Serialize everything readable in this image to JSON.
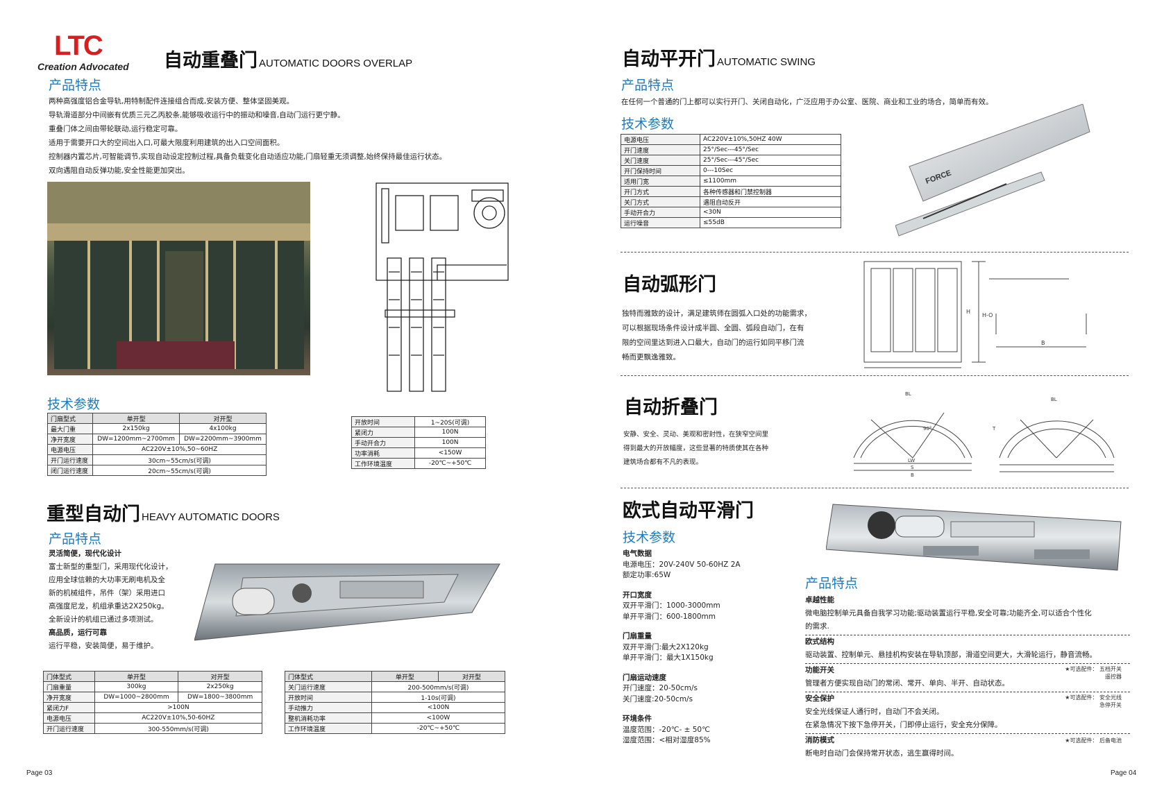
{
  "logo": {
    "mark": "LTC",
    "slogan": "Creation Advocated"
  },
  "left": {
    "overlap": {
      "title_cn": "自动重叠门",
      "title_en": "AUTOMATIC DOORS OVERLAP",
      "features_heading": "产品特点",
      "features": [
        "两种高强度铝合金导轨,用特制配件连接组合而成,安装方便、整体坚固美观。",
        "导轨滑道部分中间嵌有优质三元乙丙胶条,能够吸收运行中的振动和噪音,自动门运行更宁静。",
        "重叠门体之间由带轮联动,运行稳定可靠。",
        "适用于需要开口大的空间出入口,可最大限度利用建筑的出入口空间面积。",
        "控制器内置芯片,可智能调节,实现自动设定控制过程,具备负载变化自动适应功能,门扇轻重无须调整,始终保持最佳运行状态。",
        "双向遇阻自动反弹功能,安全性能更加突出。"
      ],
      "spec_heading": "技术参数",
      "table1": {
        "headers": [
          "门扇型式",
          "单开型",
          "对开型"
        ],
        "rows": [
          [
            "最大门重",
            "2x150kg",
            "4x100kg"
          ],
          [
            "净开宽度",
            "DW=1200mm~2700mm",
            "DW=2200mm~3900mm"
          ],
          [
            "电源电压",
            "AC220V±10%,50~60HZ",
            ""
          ],
          [
            "开门运行速度",
            "30cm~55cm/s(可调)",
            ""
          ],
          [
            "闭门运行速度",
            "20cm~55cm/s(可调)",
            ""
          ]
        ]
      },
      "table2": {
        "rows": [
          [
            "开放时间",
            "1~20S(可调)"
          ],
          [
            "紧闭力",
            "100N"
          ],
          [
            "手动开合力",
            "100N"
          ],
          [
            "功率消耗",
            "<150W"
          ],
          [
            "工作环境温度",
            "-20℃~+50℃"
          ]
        ]
      }
    },
    "heavy": {
      "title_cn": "重型自动门",
      "title_en": "HEAVY AUTOMATIC DOORS",
      "features_heading": "产品特点",
      "lines": [
        {
          "t": "灵活简便，现代化设计",
          "bold": true
        },
        {
          "t": "富士新型的重型门，采用现代化设计，",
          "bold": false
        },
        {
          "t": "应用全球信赖的大功率无刷电机及全",
          "bold": false
        },
        {
          "t": "新的机械组件，吊件（架）采用进口",
          "bold": false
        },
        {
          "t": "高强度尼龙，机组承重达2X250kg。",
          "bold": false
        },
        {
          "t": "全新设计的机组已通过多项测试。",
          "bold": false
        },
        {
          "t": "高品质，运行可靠",
          "bold": true
        },
        {
          "t": "运行平稳，安装简便，易于维护。",
          "bold": false
        }
      ],
      "table1": {
        "headers": [
          "门体型式",
          "单开型",
          "对开型"
        ],
        "rows": [
          [
            "门扇重量",
            "300kg",
            "2x250kg"
          ],
          [
            "净开宽度",
            "DW=1000~2800mm",
            "DW=1800~3800mm"
          ],
          [
            "紧闭力F",
            ">100N",
            ""
          ],
          [
            "电源电压",
            "AC220V±10%,50-60HZ",
            ""
          ],
          [
            "开门运行速度",
            "300-550mm/s(可调)",
            ""
          ]
        ]
      },
      "table2": {
        "headers": [
          "门体型式",
          "单开型",
          "对开型"
        ],
        "rows": [
          [
            "关门运行速度",
            "200-500mm/s(可调)",
            ""
          ],
          [
            "开放时间",
            "1-10s(可调)",
            ""
          ],
          [
            "手动推力",
            "<100N",
            ""
          ],
          [
            "整机消耗功率",
            "<100W",
            ""
          ],
          [
            "工作环境温度",
            "-20℃~+50℃",
            ""
          ]
        ]
      }
    },
    "page": "Page  03"
  },
  "right": {
    "swing": {
      "title_cn": "自动平开门",
      "title_en": "AUTOMATIC SWING",
      "features_heading": "产品特点",
      "desc": "在任何一个普通的门上都可以实行开门、关闭自动化，广泛应用于办公室、医院、商业和工业的场合，简单而有效。",
      "spec_heading": "技术参数",
      "table": [
        [
          "电源电压",
          "AC220V±10%,50HZ 40W"
        ],
        [
          "开门速度",
          "25°/Sec---45°/Sec"
        ],
        [
          "关门速度",
          "25°/Sec---45°/Sec"
        ],
        [
          "开门保持时间",
          "0---10Sec"
        ],
        [
          "适用门宽",
          "≤1100mm"
        ],
        [
          "开门方式",
          "各种传感器和门禁控制器"
        ],
        [
          "关门方式",
          "遇阻自动反开"
        ],
        [
          "手动开合力",
          "<30N"
        ],
        [
          "运行噪音",
          "≤55dB"
        ]
      ],
      "product_label": "FORCE"
    },
    "arc": {
      "title_cn": "自动弧形门",
      "lines": [
        "独特而雅致的设计，满足建筑师在圆弧入口处的功能需求，",
        "可以根据现场条件设计成半圆、全圆、弧段自动门，在有",
        "限的空间里达到进入口最大，自动门的运行如同平移门流",
        "畅而更飘逸雅致。"
      ],
      "dims": {
        "h": "H",
        "ho": "H-O",
        "b": "B",
        "b2": "B"
      }
    },
    "fold": {
      "title_cn": "自动折叠门",
      "lines": [
        "安静、安全、灵动、美观和密封性，在狭窄空间里",
        "得到最大的开放幅度，这些显著的特质使其在各种",
        "建筑场合都有不凡的表现。"
      ],
      "dims": {
        "bl": "BL",
        "lw": "LW",
        "s": "S",
        "b": "B",
        "angle": "90°",
        "t": "T"
      }
    },
    "euro": {
      "title_cn": "欧式自动平滑门",
      "spec_heading": "技术参数",
      "specs": [
        {
          "h": "电气数据",
          "lines": [
            "电源电压：20V-240V  50-60HZ  2A",
            "额定功率:65W"
          ]
        },
        {
          "h": "开口宽度",
          "lines": [
            "双开平滑门：1000-3000mm",
            "单开平滑门：600-1800mm"
          ]
        },
        {
          "h": "门扇重量",
          "lines": [
            "双开平滑门:最大2X120kg",
            "单开平滑门：最大1X150kg"
          ]
        },
        {
          "h": "门扇运动速度",
          "lines": [
            "开门速度：20-50cm/s",
            "关门速度:20-50cm/s"
          ]
        },
        {
          "h": "环境条件",
          "lines": [
            "温度范围：-20℃- ± 50℃",
            "湿度范围：<相对湿度85%"
          ]
        }
      ],
      "features_heading": "产品特点",
      "features": [
        {
          "h": "卓越性能",
          "lines": [
            "微电脑控制单元具备自我学习功能;驱动装置运行平稳,安全可靠;功能齐全,可以适合个性化",
            "的需求."
          ]
        },
        {
          "h": "欧式结构",
          "lines": [
            "驱动装置、控制单元、悬挂机构安装在导轨顶部，滑道空间更大，大滑轮运行，静音流畅。"
          ]
        },
        {
          "h": "功能开关",
          "lines": [
            "管理者方便实现自动门的常闭、常开、单向、半开、自动状态。"
          ],
          "note": [
            "★可选配件：  五档开关",
            "遥控器"
          ]
        },
        {
          "h": "安全保护",
          "lines": [
            "安全光线保证人通行时，自动门不会关闭。",
            "在紧急情况下按下急停开关，门即停止运行，安全充分保障。"
          ],
          "note": [
            "★可选配件：  安全光线",
            "急停开关"
          ]
        },
        {
          "h": "消防模式",
          "lines": [
            "断电时自动门会保持常开状态，逃生赢得时间。"
          ],
          "note": [
            "★可选配件：  后备电池"
          ]
        }
      ]
    },
    "page": "Page  04"
  },
  "colors": {
    "brand_red": "#d81e1e",
    "heading_blue": "#1a7cc4"
  }
}
